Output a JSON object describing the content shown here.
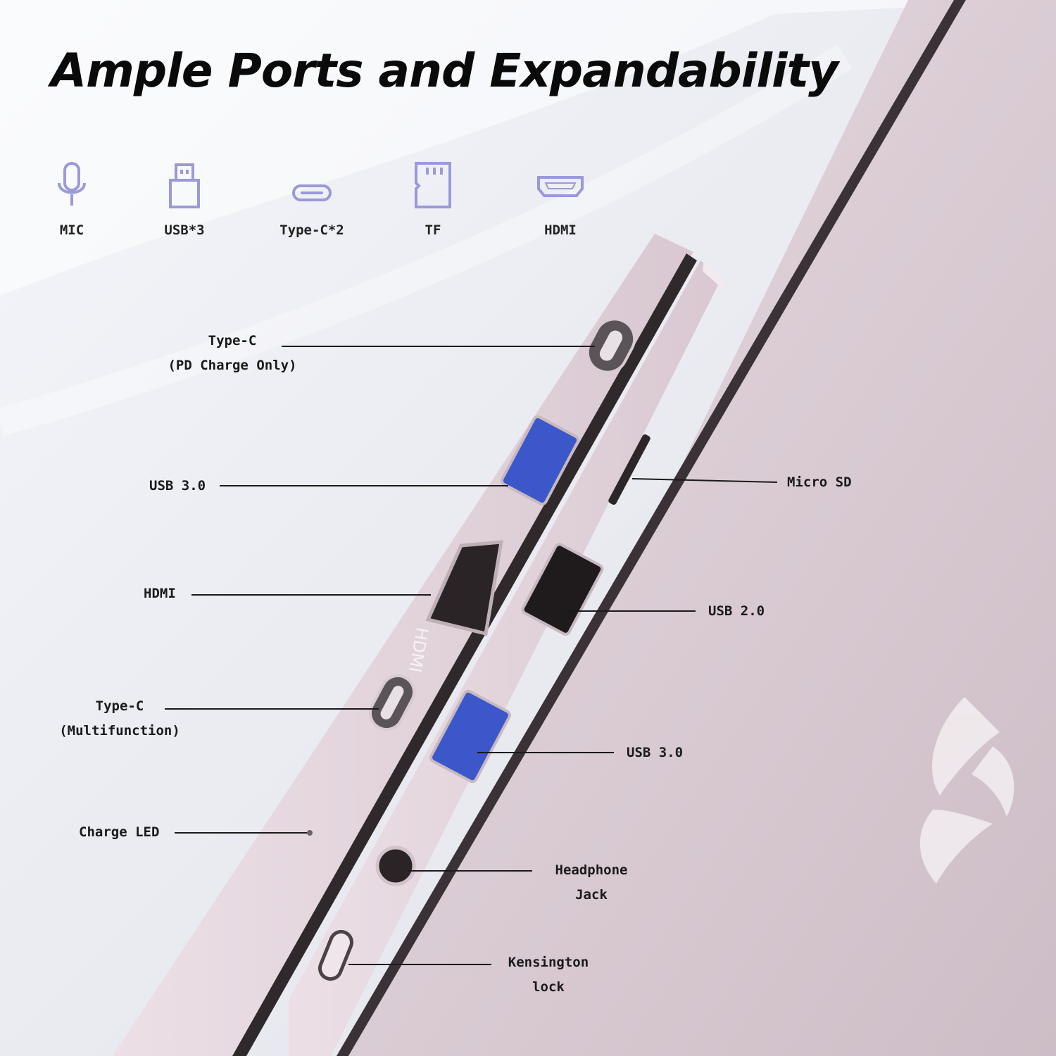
{
  "headline": "Ample Ports and Expandability",
  "features": [
    {
      "icon": "microphone-icon",
      "label": "MIC"
    },
    {
      "icon": "usb-a-icon",
      "label": "USB*3"
    },
    {
      "icon": "usb-c-icon",
      "label": "Type-C*2"
    },
    {
      "icon": "sd-card-icon",
      "label": "TF"
    },
    {
      "icon": "hdmi-icon",
      "label": "HDMI"
    }
  ],
  "callouts": {
    "typec_pd": {
      "line1": "Type-C",
      "line2": "(PD Charge Only)"
    },
    "usb30_left": {
      "line1": "USB 3.0"
    },
    "hdmi": {
      "line1": "HDMI"
    },
    "typec_multi": {
      "line1": "Type-C",
      "line2": "(Multifunction)"
    },
    "charge_led": {
      "line1": "Charge LED"
    },
    "micro_sd": {
      "line1": "Micro SD"
    },
    "usb20": {
      "line1": "USB 2.0"
    },
    "usb30_right": {
      "line1": "USB 3.0"
    },
    "headphone": {
      "line1": "Headphone",
      "line2": "Jack"
    },
    "kensington": {
      "line1": "Kensington",
      "line2": "lock"
    }
  },
  "device_text": {
    "hdmi_silkscreen": "HDMI"
  },
  "colors": {
    "shell": "#e6d7df",
    "edge": "#d3c2cb",
    "usb3_blue": "#3b57c9",
    "icon": "#9a9ad8"
  }
}
